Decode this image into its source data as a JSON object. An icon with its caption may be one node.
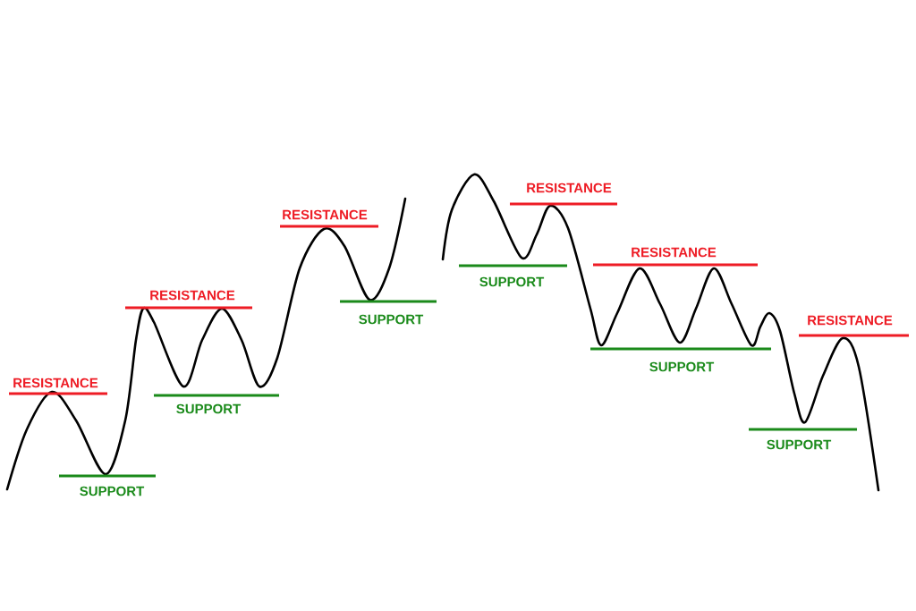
{
  "diagram": {
    "labels": [
      "RESISTANCE",
      "SUPPORT",
      "RESISTANCE",
      "SUPPORT",
      "RESISTANCE",
      "SUPPORT",
      "SUPPORT",
      "RESISTANCE",
      "RESISTANCE",
      "SUPPORT",
      "RESISTANCE",
      "SUPPORT"
    ]
  }
}
